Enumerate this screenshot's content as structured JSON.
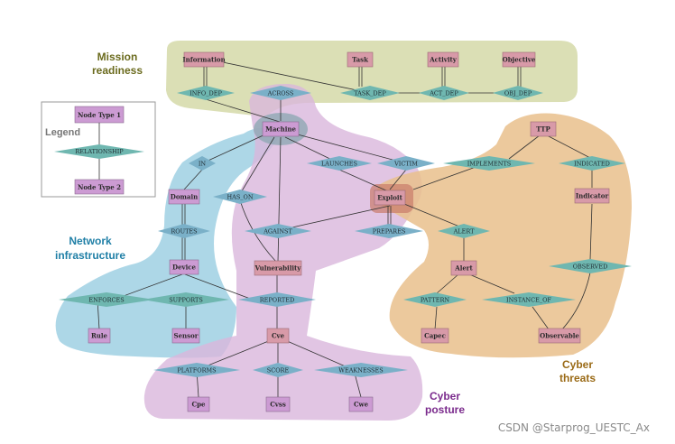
{
  "regions": {
    "mission": {
      "line1": "Mission",
      "line2": "readiness",
      "color": "#6b6b1e",
      "fill": "#d5d9a8"
    },
    "network": {
      "line1": "Network",
      "line2": "infrastructure",
      "color": "#1f7fa6",
      "fill": "#9fd0e3"
    },
    "posture": {
      "line1": "Cyber",
      "line2": "posture",
      "color": "#7a2a8c",
      "fill": "#d9b6dc"
    },
    "threats": {
      "line1": "Cyber",
      "line2": "threats",
      "color": "#9a6a16",
      "fill": "#e9c08c"
    }
  },
  "legend": {
    "title": "Legend",
    "node1": "Node Type 1",
    "relationship": "RELATIONSHIP",
    "node2": "Node Type 2"
  },
  "nodes": {
    "information": "Information",
    "task": "Task",
    "activity": "Activity",
    "objective": "Objective",
    "machine": "Machine",
    "domain": "Domain",
    "device": "Device",
    "rule": "Rule",
    "sensor": "Sensor",
    "vulnerability": "Vulnerability",
    "exploit": "Exploit",
    "cve": "Cve",
    "cpe": "Cpe",
    "cvss": "Cvss",
    "cwe": "Cwe",
    "ttp": "TTP",
    "indicator": "Indicator",
    "alert": "Alert",
    "capec": "Capec",
    "observable": "Observable"
  },
  "relationships": {
    "info_dep": "INFO_DEP",
    "task_dep": "TASK_DEP",
    "act_dep": "ACT_DEP",
    "obj_dep": "OBJ_DEP",
    "across": "ACROSS",
    "in": "IN",
    "launches": "LAUNCHES",
    "victim": "VICTIM",
    "has_on": "HAS_ON",
    "routes": "ROUTES",
    "against": "AGAINST",
    "prepares": "PREPARES",
    "enforces": "ENFORCES",
    "supports": "SUPPORTS",
    "reported": "REPORTED",
    "platforms": "PLATFORMS",
    "score": "SCORE",
    "weaknesses": "WEAKNESSES",
    "implements": "IMPLEMENTS",
    "indicated": "INDICATED",
    "alert": "ALERT",
    "observed": "OBSERVED",
    "pattern": "PATTERN",
    "instance_of": "INSTANCE_OF"
  },
  "watermark": "CSDN @Starprog_UESTC_Ax",
  "colors": {
    "node_pink": "#d89aa8",
    "node_purple": "#cc9bd3",
    "diamond_blue": "#7ab0c8",
    "diamond_teal": "#6fb7b0",
    "edge": "#333333"
  }
}
